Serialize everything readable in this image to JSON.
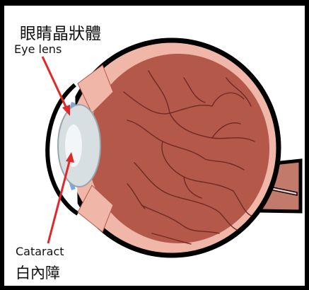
{
  "labels": {
    "top_chinese": "眼睛晶狀體",
    "eye_lens": "Eye lens",
    "cataract": "Cataract",
    "bottom_chinese": "白內障"
  },
  "colors": {
    "eye_interior": "#b4584a",
    "sclera_rim": "#f0b6a8",
    "outline": "#000000",
    "vessels": "#6e2a22",
    "lens": "#d8dfe3",
    "iris_edge": "#7aa8e6",
    "arrow": "#e0282a",
    "optic_nerve": "#c27a6a"
  }
}
